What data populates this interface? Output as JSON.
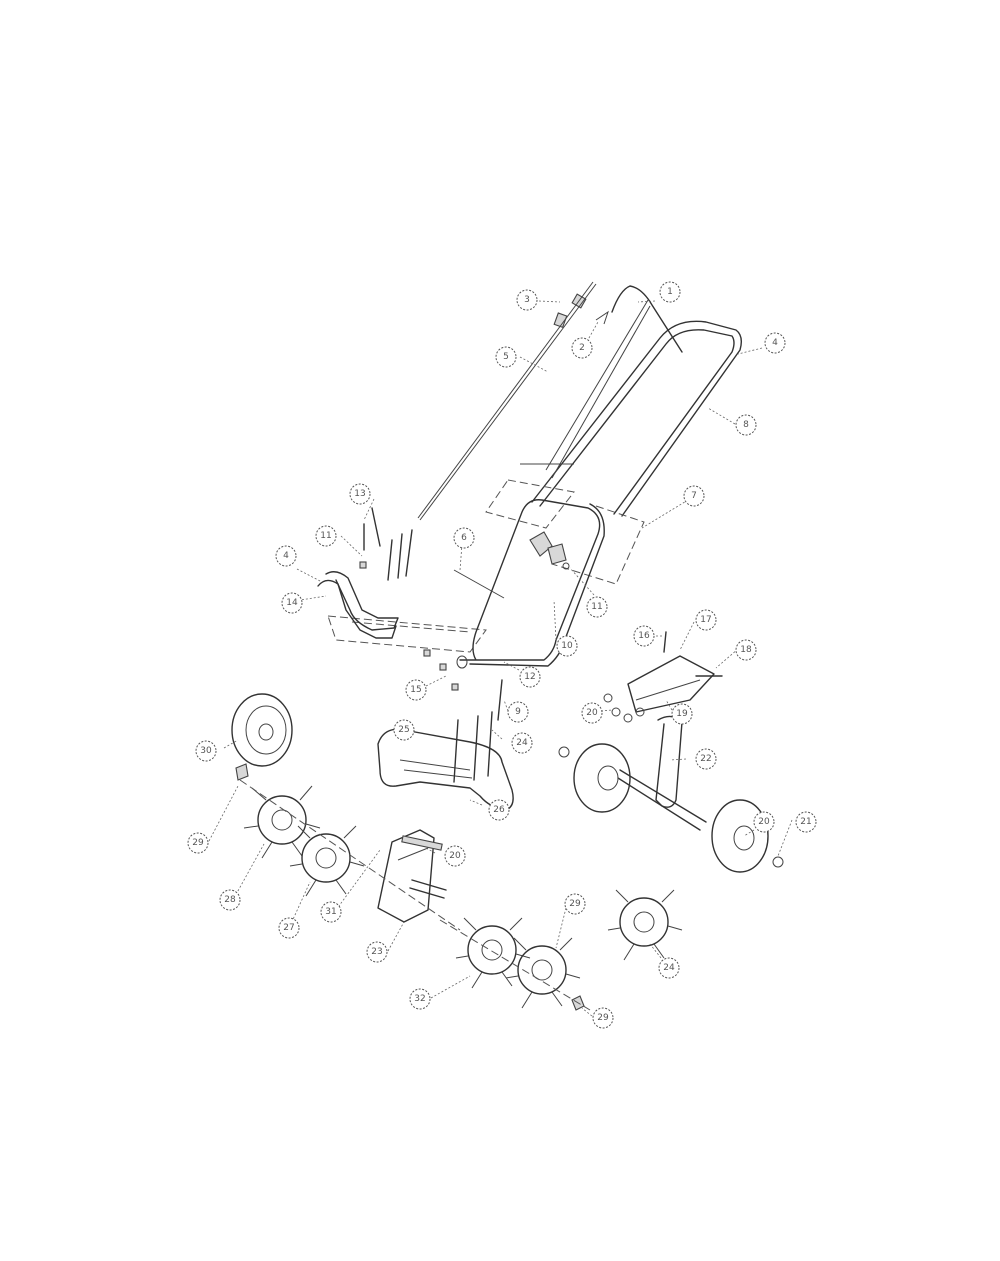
{
  "callouts": [
    {
      "id": "c1",
      "label": "1"
    },
    {
      "id": "c2",
      "label": "2"
    },
    {
      "id": "c3",
      "label": "3"
    },
    {
      "id": "c4a",
      "label": "4"
    },
    {
      "id": "c5",
      "label": "5"
    },
    {
      "id": "c6",
      "label": "6"
    },
    {
      "id": "c7",
      "label": "7"
    },
    {
      "id": "c8",
      "label": "8"
    },
    {
      "id": "c4b",
      "label": "4"
    },
    {
      "id": "c11a",
      "label": "11"
    },
    {
      "id": "c13",
      "label": "13"
    },
    {
      "id": "c14",
      "label": "14"
    },
    {
      "id": "c11b",
      "label": "11"
    },
    {
      "id": "c10",
      "label": "10"
    },
    {
      "id": "c12",
      "label": "12"
    },
    {
      "id": "c15",
      "label": "15"
    },
    {
      "id": "c16",
      "label": "16"
    },
    {
      "id": "c17",
      "label": "17"
    },
    {
      "id": "c18",
      "label": "18"
    },
    {
      "id": "c19",
      "label": "19"
    },
    {
      "id": "c20a",
      "label": "20"
    },
    {
      "id": "c9",
      "label": "9"
    },
    {
      "id": "c30",
      "label": "30"
    },
    {
      "id": "c25",
      "label": "25"
    },
    {
      "id": "c24a",
      "label": "24"
    },
    {
      "id": "c22",
      "label": "22"
    },
    {
      "id": "c20b",
      "label": "20"
    },
    {
      "id": "c21",
      "label": "21"
    },
    {
      "id": "c26",
      "label": "26"
    },
    {
      "id": "c20c",
      "label": "20"
    },
    {
      "id": "c29a",
      "label": "29"
    },
    {
      "id": "c28",
      "label": "28"
    },
    {
      "id": "c27",
      "label": "27"
    },
    {
      "id": "c31",
      "label": "31"
    },
    {
      "id": "c23",
      "label": "23"
    },
    {
      "id": "c29b",
      "label": "29"
    },
    {
      "id": "c24b",
      "label": "24"
    },
    {
      "id": "c32",
      "label": "32"
    },
    {
      "id": "c29c",
      "label": "29"
    }
  ]
}
